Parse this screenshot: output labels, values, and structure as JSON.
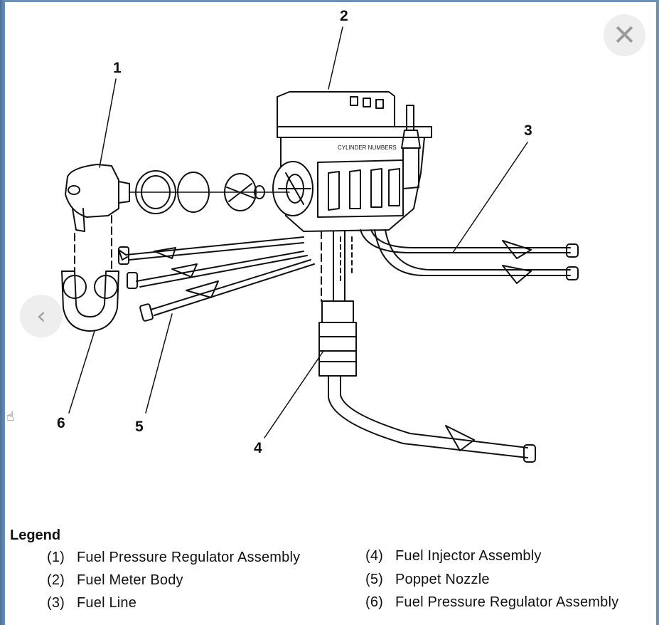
{
  "viewer": {
    "close_icon": "close-icon",
    "prev_icon": "chevron-left-icon",
    "close_glyph": "✕",
    "prev_glyph": "‹",
    "cursor_glyph": "☝"
  },
  "callouts": {
    "c1": "1",
    "c2": "2",
    "c3": "3",
    "c4": "4",
    "c5": "5",
    "c6": "6"
  },
  "legend": {
    "title": "Legend",
    "items": [
      {
        "num": "(1)",
        "label": "Fuel Pressure Regulator Assembly"
      },
      {
        "num": "(2)",
        "label": "Fuel Meter Body"
      },
      {
        "num": "(3)",
        "label": "Fuel Line"
      },
      {
        "num": "(4)",
        "label": "Fuel Injector Assembly"
      },
      {
        "num": "(5)",
        "label": "Poppet Nozzle"
      },
      {
        "num": "(6)",
        "label": "Fuel Pressure Regulator Assembly"
      }
    ]
  },
  "diagram_text": {
    "cylinder_numbers": "CYLINDER NUMBERS"
  }
}
